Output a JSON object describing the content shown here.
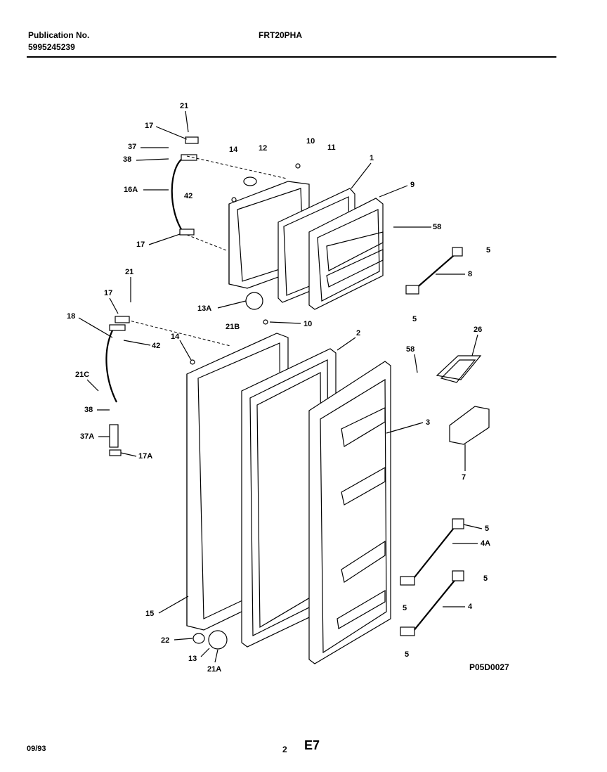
{
  "header": {
    "publication_label": "Publication No.",
    "publication_number": "5995245239",
    "model": "FRT20PHA"
  },
  "footer": {
    "date": "09/93",
    "page": "2",
    "section": "E7",
    "diagram_code": "P05D0027"
  },
  "callouts": [
    "21",
    "17",
    "37",
    "38",
    "14",
    "12",
    "10",
    "11",
    "1",
    "9",
    "16A",
    "42",
    "58",
    "5",
    "17",
    "8",
    "13A",
    "21B",
    "10",
    "5",
    "21",
    "17",
    "18",
    "14",
    "2",
    "26",
    "42",
    "58",
    "21C",
    "3",
    "38",
    "37A",
    "17A",
    "7",
    "5",
    "4A",
    "5",
    "15",
    "5",
    "4",
    "22",
    "13",
    "21A",
    "5"
  ]
}
